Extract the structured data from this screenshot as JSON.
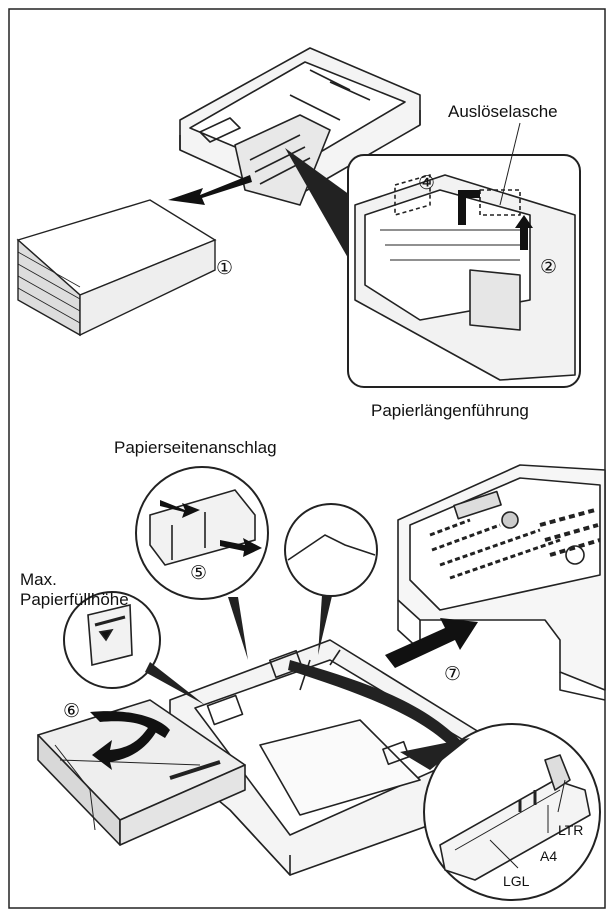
{
  "labels": {
    "release_tab": "Auslöselasche",
    "length_guide": "Papierlängenführung",
    "side_stop": "Papierseitenanschlag",
    "max_fill_line1": "Max.",
    "max_fill_line2": "Papierfüllhöhe",
    "ltr": "LTR",
    "a4": "A4",
    "lgl": "LGL"
  },
  "steps": {
    "s1": "①",
    "s2": "②",
    "s4": "④",
    "s5": "⑤",
    "s6": "⑥",
    "s7": "⑦"
  }
}
